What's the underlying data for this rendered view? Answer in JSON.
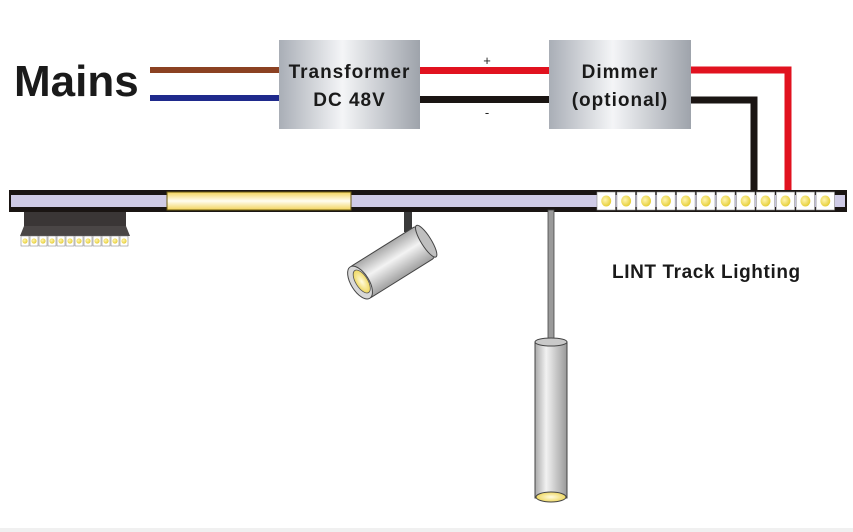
{
  "diagram": {
    "title": "LINT Track Lighting",
    "mains_label": "Mains",
    "transformer": {
      "line1": "Transformer",
      "line2": "DC 48V"
    },
    "dimmer": {
      "line1": "Dimmer",
      "line2": "(optional)"
    },
    "polarity": {
      "positive": "+",
      "negative": "-"
    },
    "colors": {
      "mains_live": "#8b4122",
      "mains_neutral": "#1f2a8c",
      "positive_wire": "#e1121f",
      "negative_wire": "#1a1513",
      "track_body": "#1a1513",
      "track_channel": "#cfcbe6",
      "led_glow": "#f5e27a",
      "fixture_silver": "#c8c8c8"
    },
    "components": [
      "mains-wires",
      "transformer",
      "dimmer",
      "track-rail",
      "linear-light-bar",
      "grille-spotlight",
      "track-spotlight",
      "pendant-light",
      "led-strip"
    ],
    "grille_led_count": 12,
    "strip_led_count": 12
  }
}
